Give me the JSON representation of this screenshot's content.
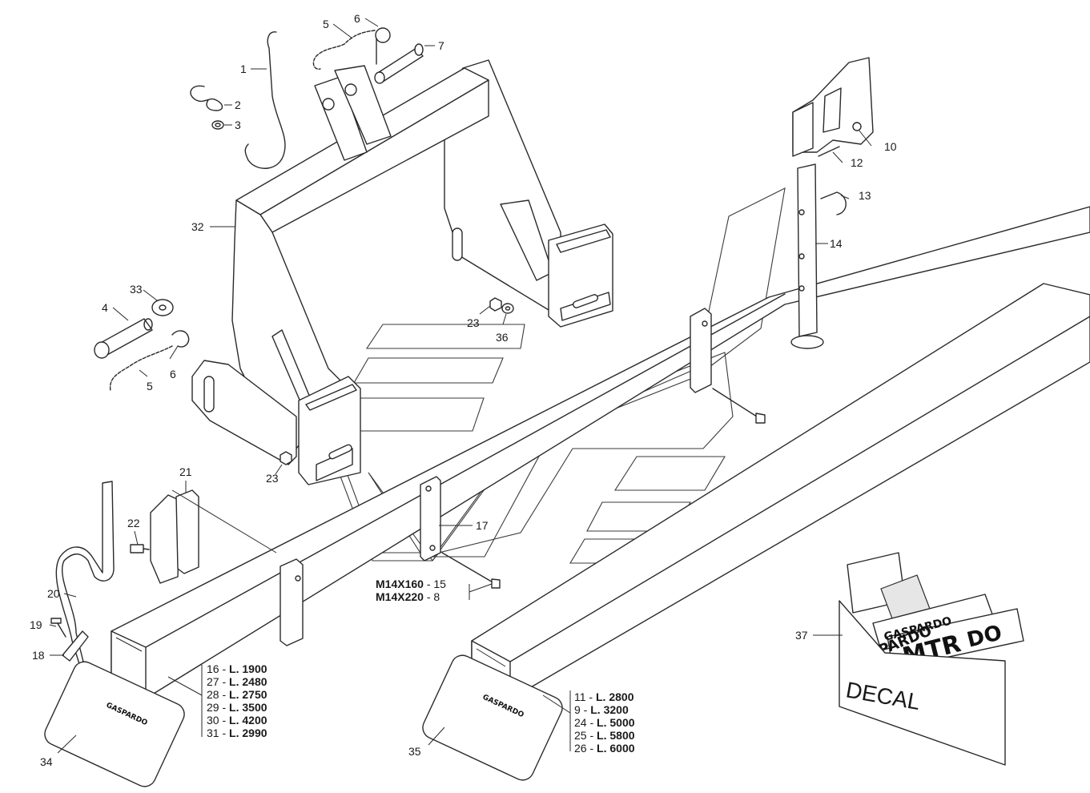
{
  "callouts": [
    {
      "id": "c1",
      "text": "1"
    },
    {
      "id": "c2",
      "text": "2"
    },
    {
      "id": "c3",
      "text": "3"
    },
    {
      "id": "c4",
      "text": "4"
    },
    {
      "id": "c5a",
      "text": "5"
    },
    {
      "id": "c5b",
      "text": "5"
    },
    {
      "id": "c6a",
      "text": "6"
    },
    {
      "id": "c6b",
      "text": "6"
    },
    {
      "id": "c7",
      "text": "7"
    },
    {
      "id": "c10",
      "text": "10"
    },
    {
      "id": "c12",
      "text": "12"
    },
    {
      "id": "c13",
      "text": "13"
    },
    {
      "id": "c14",
      "text": "14"
    },
    {
      "id": "c17",
      "text": "17"
    },
    {
      "id": "c18",
      "text": "18"
    },
    {
      "id": "c19",
      "text": "19"
    },
    {
      "id": "c20",
      "text": "20"
    },
    {
      "id": "c21",
      "text": "21"
    },
    {
      "id": "c22",
      "text": "22"
    },
    {
      "id": "c23a",
      "text": "23"
    },
    {
      "id": "c23b",
      "text": "23"
    },
    {
      "id": "c32",
      "text": "32"
    },
    {
      "id": "c33",
      "text": "33"
    },
    {
      "id": "c34",
      "text": "34"
    },
    {
      "id": "c35",
      "text": "35"
    },
    {
      "id": "c36",
      "text": "36"
    },
    {
      "id": "c37",
      "text": "37"
    }
  ],
  "bolt_table": [
    {
      "size": "M14X160",
      "sep": " - ",
      "part": "15"
    },
    {
      "size": "M14X220",
      "sep": " - ",
      "part": "8"
    }
  ],
  "short_bar_lengths": [
    {
      "part": "16",
      "label": "L.",
      "value": "1900"
    },
    {
      "part": "27",
      "label": "L.",
      "value": "2480"
    },
    {
      "part": "28",
      "label": "L.",
      "value": "2750"
    },
    {
      "part": "29",
      "label": "L.",
      "value": "3500"
    },
    {
      "part": "30",
      "label": "L.",
      "value": "4200"
    },
    {
      "part": "31",
      "label": "L.",
      "value": "2990"
    }
  ],
  "long_bar_lengths": [
    {
      "part": "11",
      "label": "L.",
      "value": "2800"
    },
    {
      "part": "9",
      "label": "L.",
      "value": "3200"
    },
    {
      "part": "24",
      "label": "L.",
      "value": "5000"
    },
    {
      "part": "25",
      "label": "L.",
      "value": "5800"
    },
    {
      "part": "26",
      "label": "L.",
      "value": "6000"
    }
  ],
  "decal": {
    "envelope_text": "DECAL",
    "sticker_brand": "GASPARDO",
    "sticker_model": "MTR",
    "sticker_partial_1": "PARDO",
    "sticker_partial_2": "DO"
  },
  "end_caps": {
    "cap_34_brand": "GASPARDO",
    "cap_35_brand": "GASPARDO"
  }
}
